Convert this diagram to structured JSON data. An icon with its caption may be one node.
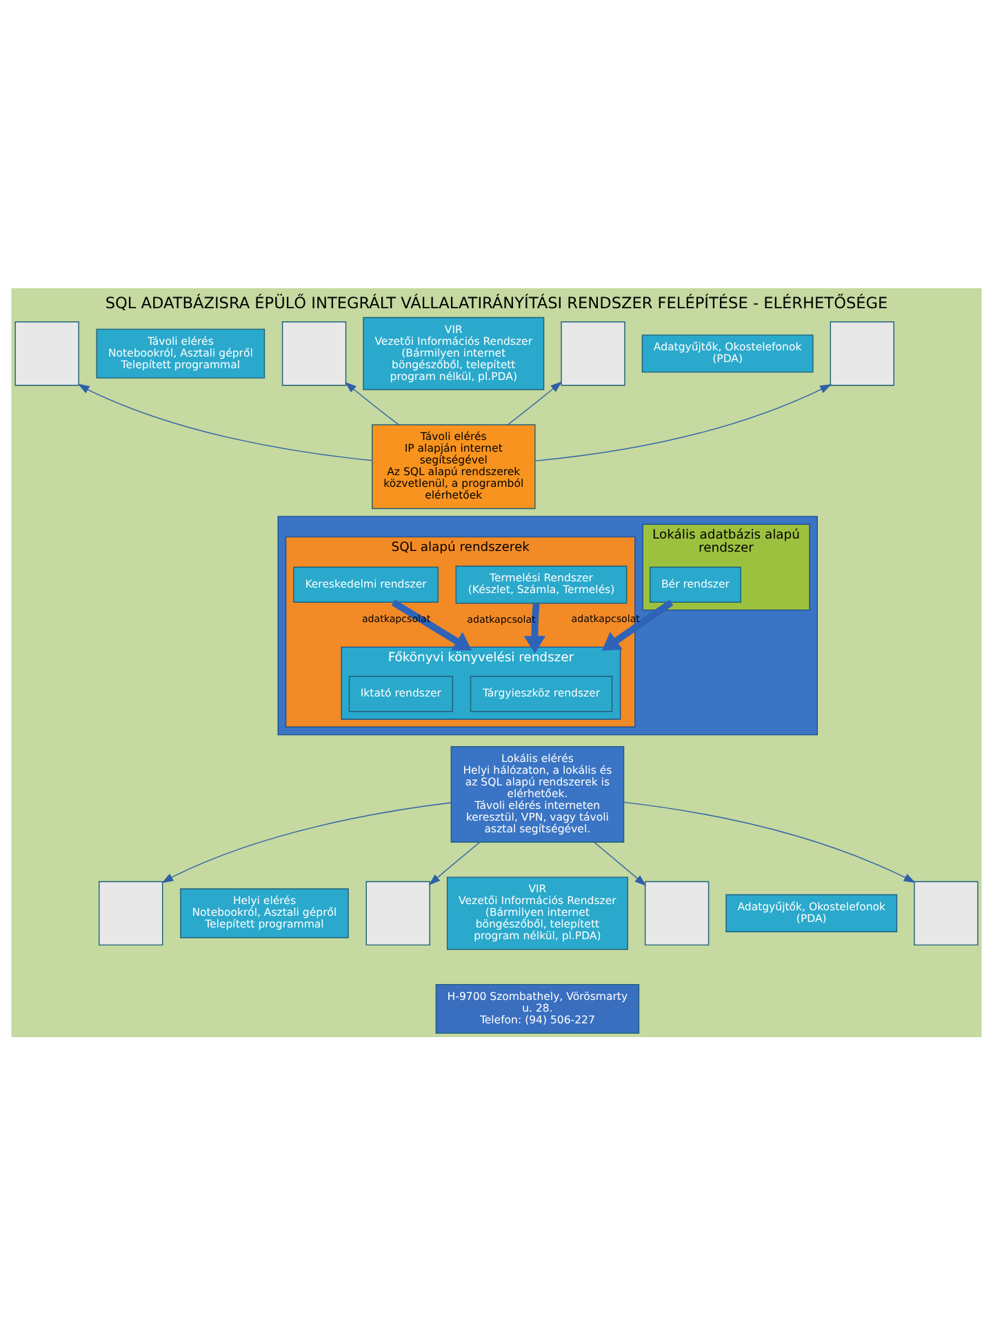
{
  "diagram": {
    "title": "SQL ADATBÁZISRA ÉPÜLŐ INTEGRÁLT VÁLLALATIRÁNYÍTÁSI RENDSZER FELÉPÍTÉSE - ELÉRHETŐSÉGE",
    "nodes": [
      {
        "text": [],
        "shape": "box"
      },
      {
        "text": [
          "SQL alapú rendszerek"
        ],
        "in": 0
      },
      {
        "text": [
          "Termelési Rendszer",
          "(Készlet, Számla, Termelés)"
        ],
        "in": 1
      },
      {
        "text": [
          "Kereskedelmi rendszer"
        ],
        "in": 1
      },
      {
        "text": [
          "Főkönyvi könyvelési rendszer"
        ],
        "in": 1
      },
      {
        "text": [
          "Tárgyieszköz rendszer"
        ],
        "in": 4
      },
      {
        "text": [
          "Iktató rendszer"
        ],
        "in": 4
      },
      {
        "text": [
          "Lokális adatbázis alapú rendszer"
        ],
        "in": 0
      },
      {
        "text": [
          "Bér rendszer"
        ],
        "in": 7
      },
      {
        "text": [
          "Távoli elérés",
          "IP alapján internet segítségével",
          "Az SQL alapú rendszerek közvetlenül, a programból elérhetőek"
        ]
      },
      {
        "text": [
          "Lokális elérés",
          "Helyi hálózaton, a lokális és az SQL alapú rendszerek is elérhetőek.",
          "Távoli elérés interneten keresztül, VPN, vagy távoli asztal segítségével."
        ]
      },
      {
        "text": [],
        "shape": "box"
      },
      {
        "text": [
          "Távoli elérés",
          "Notebookról, Asztali gépről",
          "Telepített programmal"
        ]
      },
      {
        "text": [],
        "shape": "box"
      },
      {
        "text": [
          "VIR",
          "Vezetői Információs Rendszer",
          "(Bármilyen internet böngészőből, telepített program nélkül, pl.PDA)"
        ]
      },
      {
        "text": [],
        "shape": "box"
      },
      {
        "text": [
          "Adatgyűjtők, Okostelefonok (PDA)"
        ]
      },
      {
        "text": [],
        "shape": "box"
      },
      {
        "text": [],
        "shape": "box"
      },
      {
        "text": [
          "Helyi elérés",
          "Notebookról, Asztali gépről",
          "Telepített programmal"
        ]
      },
      {
        "text": [],
        "shape": "box"
      },
      {
        "text": [
          "VIR",
          "Vezetői Információs Rendszer",
          "(Bármilyen internet böngészőből, telepített program nélkül, pl.PDA)"
        ]
      },
      {
        "text": [],
        "shape": "box"
      },
      {
        "text": [
          "Adatgyűjtők, Okostelefonok (PDA)"
        ]
      },
      {
        "text": [],
        "shape": "box"
      },
      {
        "text": [
          "H-9700 Szombathely, Vörösmarty u. 28.",
          "Telefon: (94) 506-227"
        ]
      }
    ],
    "edges": [
      {
        "from": 2,
        "to": 4,
        "arrow": "to",
        "label": "adatkapcsolat",
        "style": "thick"
      },
      {
        "from": 3,
        "to": 4,
        "arrow": "to",
        "label": "adatkapcsolat",
        "style": "thick"
      },
      {
        "from": 8,
        "to": 4,
        "arrow": "to",
        "label": "adatkapcsolat",
        "style": "thick"
      },
      {
        "from": 9,
        "to": 11,
        "arrow": "to"
      },
      {
        "from": 9,
        "to": 13,
        "arrow": "to"
      },
      {
        "from": 9,
        "to": 15,
        "arrow": "to"
      },
      {
        "from": 9,
        "to": 17,
        "arrow": "to"
      },
      {
        "from": 10,
        "to": 18,
        "arrow": "to"
      },
      {
        "from": 10,
        "to": 20,
        "arrow": "to"
      },
      {
        "from": 10,
        "to": 22,
        "arrow": "to"
      },
      {
        "from": 10,
        "to": 24,
        "arrow": "to"
      }
    ]
  }
}
